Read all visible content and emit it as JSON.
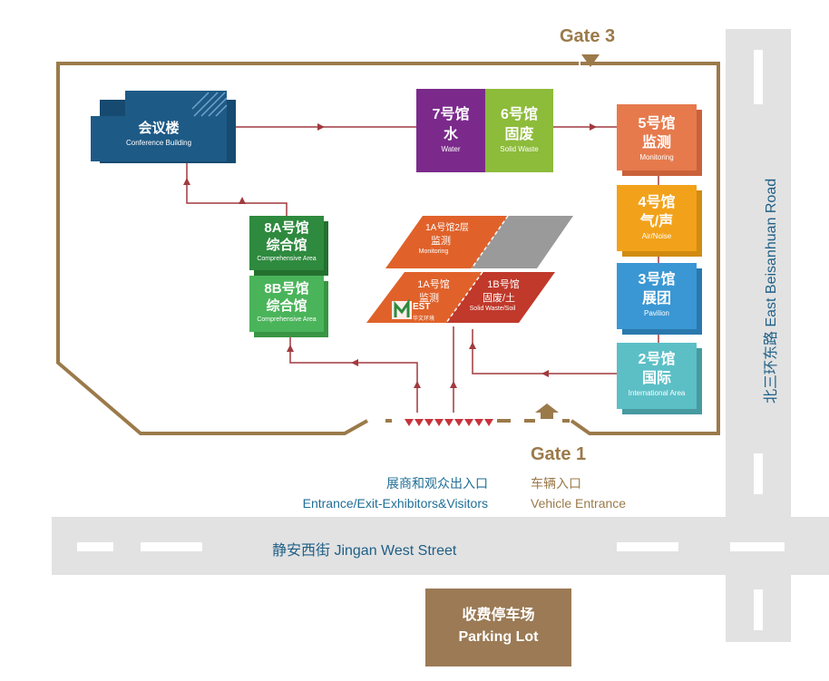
{
  "gates": {
    "gate3": "Gate 3",
    "gate1": "Gate 1"
  },
  "entrances": {
    "visitors_cn": "展商和观众出入口",
    "visitors_en": "Entrance/Exit-Exhibitors&Visitors",
    "vehicle_cn": "车辆入口",
    "vehicle_en": "Vehicle Entrance"
  },
  "roads": {
    "jingan": "静安西街 Jingan West Street",
    "beisanhuan": "北三环东路 East Beisanhuan Road"
  },
  "parking": {
    "cn": "收费停车场",
    "en": "Parking Lot"
  },
  "halls": {
    "conference": {
      "cn": "会议楼",
      "en": "Conference Building",
      "color": "#1e5a86"
    },
    "h7": {
      "cn": "7号馆",
      "cn2": "水",
      "en": "Water",
      "color": "#7b2a8c"
    },
    "h6": {
      "cn": "6号馆",
      "cn2": "固废",
      "en": "Solid Waste",
      "color": "#8dbb3a"
    },
    "h5": {
      "cn": "5号馆",
      "cn2": "监测",
      "en": "Monitoring",
      "color": "#e67a4c"
    },
    "h4": {
      "cn": "4号馆",
      "cn2": "气/声",
      "en": "Air/Noise",
      "color": "#f2a21a"
    },
    "h3": {
      "cn": "3号馆",
      "cn2": "展团",
      "en": "Pavilion",
      "color": "#3a97d3"
    },
    "h2": {
      "cn": "2号馆",
      "cn2": "国际",
      "en": "International Area",
      "color": "#5cbfc6"
    },
    "h8a": {
      "cn": "8A号馆",
      "cn2": "综合馆",
      "en": "Comprehensive Area",
      "color": "#2e8a3e"
    },
    "h8b": {
      "cn": "8B号馆",
      "cn2": "综合馆",
      "en": "Comprehensive Area",
      "color": "#4ab45a"
    },
    "h1a2": {
      "cn": "1A号馆2层",
      "cn2": "监测",
      "en": "Monitoring",
      "color": "#e0622a"
    },
    "h1a": {
      "cn": "1A号馆",
      "cn2": "监测",
      "color": "#e0622a"
    },
    "h1b": {
      "cn": "1B号馆",
      "cn2": "固废/土",
      "en": "Solid Waste/Soil",
      "color": "#c0392b"
    }
  },
  "logo": {
    "text": "EST",
    "sub": "华文环境"
  }
}
